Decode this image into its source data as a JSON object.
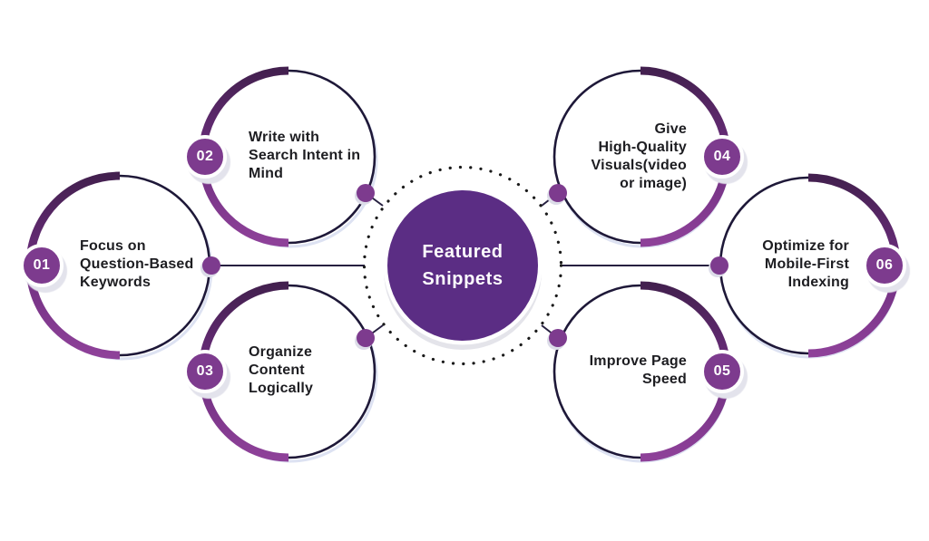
{
  "diagram": {
    "title": "Featured Snippets",
    "center": {
      "lines": [
        "Featured",
        "Snippets"
      ]
    },
    "items": [
      {
        "number": "01",
        "side": "left",
        "label": "Focus on Question-Based Keywords",
        "lines": [
          "Focus on",
          "Question-Based",
          "Keywords"
        ]
      },
      {
        "number": "02",
        "side": "left",
        "label": "Write with Search Intent in Mind",
        "lines": [
          "Write with",
          "Search Intent in",
          "Mind"
        ]
      },
      {
        "number": "03",
        "side": "left",
        "label": "Organize Content Logically",
        "lines": [
          "Organize",
          "Content",
          "Logically"
        ]
      },
      {
        "number": "04",
        "side": "right",
        "label": "Give High-Quality Visuals(video or image)",
        "lines": [
          "Give",
          "High-Quality",
          "Visuals(video",
          "or image)"
        ]
      },
      {
        "number": "05",
        "side": "right",
        "label": "Improve Page Speed",
        "lines": [
          "Improve Page",
          "Speed"
        ]
      },
      {
        "number": "06",
        "side": "right",
        "label": "Optimize for Mobile-First Indexing",
        "lines": [
          "Optimize for",
          "Mobile-First",
          "Indexing"
        ]
      }
    ],
    "colors": {
      "hub_fill": "#5b2d84",
      "hub_text": "#fdfcfe",
      "badge_fill": "#7d3b8e",
      "connector_dot": "#7d3b8e",
      "arc_gradient_top": "#43204f",
      "arc_gradient_bottom": "#8e4199",
      "thin_ring": "#1e1838",
      "connector_line": "#262040",
      "dotted_ring": "#1a1a1a",
      "label_text": "#1d1d21",
      "shadow": "#e3e3ec"
    }
  }
}
